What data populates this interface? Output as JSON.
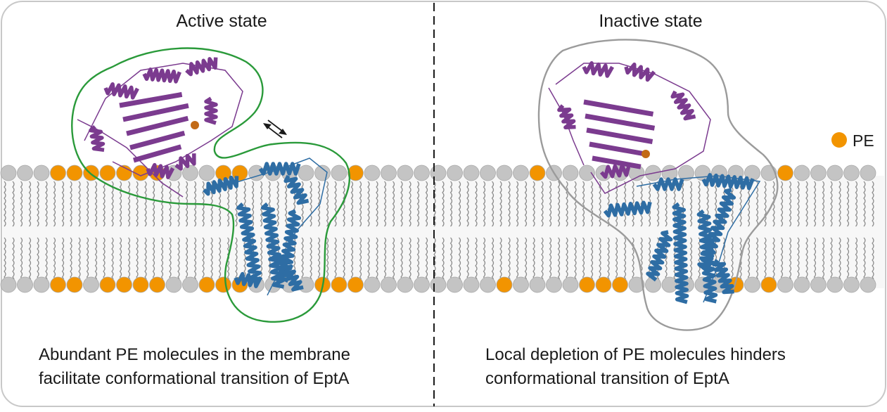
{
  "panels": {
    "active": {
      "title": "Active state",
      "caption_line1": "Abundant PE molecules in the membrane",
      "caption_line2": "facilitate conformational transition of EptA"
    },
    "inactive": {
      "title": "Inactive state",
      "caption_line1": "Local depletion of PE molecules hinders",
      "caption_line2": "conformational transition of EptA"
    }
  },
  "legend": {
    "label": "PE"
  },
  "colors": {
    "pe_headgroup": "#f29400",
    "lipid_headgroup": "#c4c4c4",
    "periplasmic_domain": "#7b3b8f",
    "transmembrane_domain": "#2e6da4",
    "active_outline": "#2a9a3a",
    "inactive_outline": "#9b9b9b",
    "ion": "#c26a16"
  }
}
